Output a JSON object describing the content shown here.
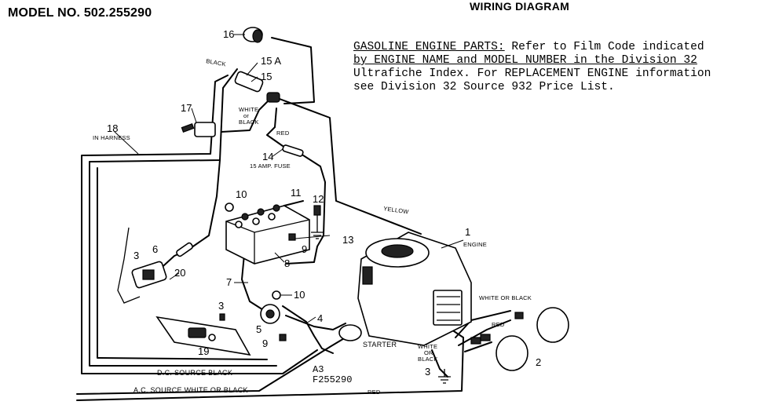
{
  "header": {
    "model": "MODEL NO. 502.255290",
    "title": "WIRING DIAGRAM"
  },
  "note": {
    "line1_a": "GASOLINE ENGINE PARTS:",
    "line1_b": "  Refer to Film Code indicated",
    "line2_a": "by ENGINE NAME and MODEL NUMBER in the ",
    "line2_b": "Division 32",
    "line3": "Ultrafiche Index.  For REPLACEMENT ENGINE information",
    "line4": "see Division 32 Source 932 Price List."
  },
  "callouts": {
    "n1": "1",
    "n2": "2",
    "n3a": "3",
    "n3b": "3",
    "n3c": "3",
    "n4": "4",
    "n5": "5",
    "n6": "6",
    "n7": "7",
    "n8": "8",
    "n9a": "9",
    "n9b": "9",
    "n10a": "10",
    "n10b": "10",
    "n11": "11",
    "n12": "12",
    "n13": "13",
    "n14": "14",
    "n15": "15",
    "n15a": "15 A",
    "n16": "16",
    "n17": "17",
    "n18": "18",
    "n19": "19",
    "n20": "20"
  },
  "wire_labels": {
    "black": "BLACK",
    "white_black_top_1": "WHITE",
    "white_black_top_2": "or",
    "white_black_top_3": "BLACK",
    "red_top": "RED",
    "fuse": "15 AMP. FUSE",
    "yellow": "YELLOW",
    "engine": "ENGINE",
    "in_harness": "IN HARNESS",
    "white_black_right": "WHITE OR BLACK",
    "red_right": "RED",
    "white_black_mid_1": "WHITE",
    "white_black_mid_2": "OR",
    "white_black_mid_3": "BLACK",
    "starter": "STARTER",
    "dc_source": "D.C. SOURCE   BLACK",
    "ac_source": "A.C. SOURCE   WHITE OR BLACK",
    "red_bottom": "RED"
  },
  "drawing_code": {
    "line1": "A3",
    "line2": "F255290"
  }
}
